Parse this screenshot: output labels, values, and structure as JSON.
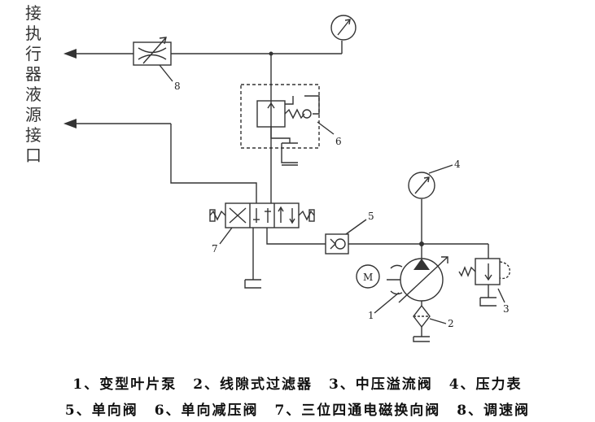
{
  "port_label_chars": [
    "接",
    "执",
    "行",
    "器",
    "液",
    "源",
    "接",
    "口"
  ],
  "callouts": {
    "c1": "1",
    "c2": "2",
    "c3": "3",
    "c4": "4",
    "c5": "5",
    "c6": "6",
    "c7": "7",
    "c8": "8"
  },
  "motor_label": "M",
  "legend": {
    "row1": [
      "1、变型叶片泵",
      "2、线隙式过滤器",
      "3、中压溢流阀",
      "4、压力表"
    ],
    "row2": [
      "5、单向阀",
      "6、单向减压阀",
      "7、三位四通电磁换向阀",
      "8、调速阀"
    ]
  },
  "colors": {
    "line": "#333333",
    "text": "#111111",
    "background": "#ffffff"
  }
}
